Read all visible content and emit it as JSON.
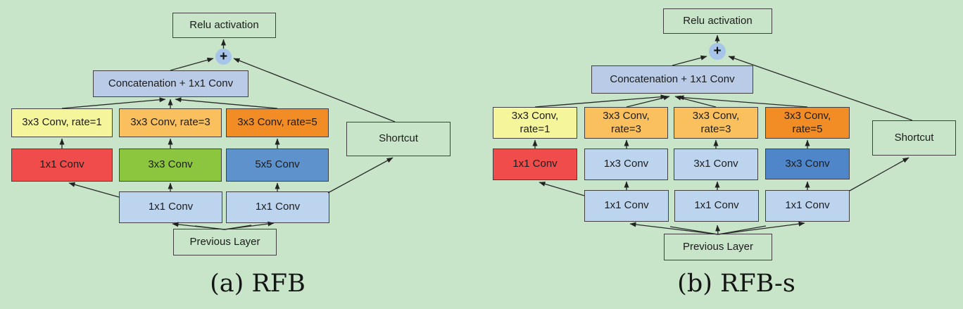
{
  "figure": {
    "background": "#c8e5c9",
    "box_border_color": "#404040",
    "arrow_color": "#2a2a2a",
    "palette": {
      "yellow": "#f5f59c",
      "light_orange": "#fac05e",
      "orange": "#f28d25",
      "red": "#f04c4b",
      "green": "#8cc63f",
      "blue": "#5e92cc",
      "dark_blue": "#4f86c9",
      "light_blue": "#bdd4ee",
      "concat_blue": "#b9cbe6",
      "plus_blue": "#a7c5e8"
    }
  },
  "diagrams": [
    {
      "caption": "(a) RFB",
      "nodes": {
        "relu": {
          "label": "Relu activation"
        },
        "plus": {
          "label": "+"
        },
        "concat": {
          "label": "Concatenation + 1x1 Conv"
        },
        "rate1": {
          "label": "3x3 Conv, rate=1"
        },
        "rate3": {
          "label": "3x3 Conv, rate=3"
        },
        "rate5": {
          "label": "3x3 Conv, rate=5"
        },
        "conv_red": {
          "label": "1x1 Conv"
        },
        "conv_green": {
          "label": "3x3 Conv"
        },
        "conv_blue": {
          "label": "5x5 Conv"
        },
        "pre1": {
          "label": "1x1 Conv"
        },
        "pre2": {
          "label": "1x1 Conv"
        },
        "previous": {
          "label": "Previous Layer"
        },
        "shortcut": {
          "label": "Shortcut"
        }
      }
    },
    {
      "caption": "(b) RFB-s",
      "nodes": {
        "relu": {
          "label": "Relu activation"
        },
        "plus": {
          "label": "+"
        },
        "concat": {
          "label": "Concatenation + 1x1 Conv"
        },
        "rate1": {
          "label": "3x3 Conv,\nrate=1"
        },
        "rate3a": {
          "label": "3x3 Conv,\nrate=3"
        },
        "rate3b": {
          "label": "3x3 Conv,\nrate=3"
        },
        "rate5": {
          "label": "3x3 Conv,\nrate=5"
        },
        "conv_red": {
          "label": "1x1 Conv"
        },
        "conv_13": {
          "label": "1x3 Conv"
        },
        "conv_31": {
          "label": "3x1 Conv"
        },
        "conv_33": {
          "label": "3x3 Conv"
        },
        "pre1": {
          "label": "1x1 Conv"
        },
        "pre2": {
          "label": "1x1 Conv"
        },
        "pre3": {
          "label": "1x1 Conv"
        },
        "previous": {
          "label": "Previous Layer"
        },
        "shortcut": {
          "label": "Shortcut"
        }
      }
    }
  ]
}
